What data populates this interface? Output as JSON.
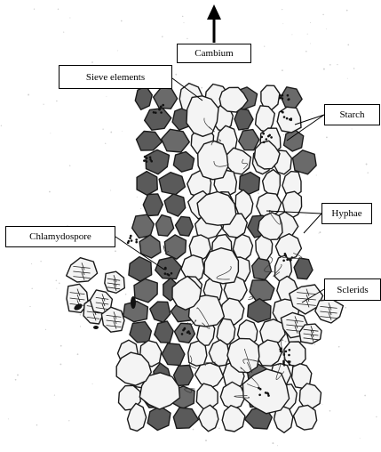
{
  "figure": {
    "labels": {
      "cambium": "Cambium",
      "sieve_elements": "Sieve elements",
      "starch": "Starch",
      "hyphae": "Hyphae",
      "chlamydospore": "Chlamydospore",
      "sclerids": "Sclerids"
    }
  },
  "colors": {
    "dark_cell": "#5a5a5a",
    "dark_cell_alt": "#6a6a6a",
    "light_cell": "#f4f4f4",
    "outline": "#1a1a1a",
    "background": "#ffffff"
  }
}
